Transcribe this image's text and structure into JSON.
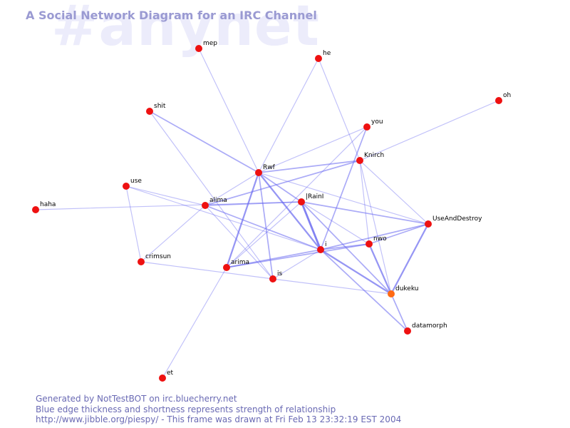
{
  "header": {
    "channel": "#anynet",
    "title": "A Social Network Diagram for an IRC Channel"
  },
  "footer": {
    "line1": "Generated by NotTestBOT on irc.bluecherry.net",
    "line2": "Blue edge thickness and shortness represents strength of relationship",
    "line3": "http://www.jibble.org/piespy/ - This frame was drawn at Fri Feb 13 23:32:19 EST 2004"
  },
  "colors": {
    "node": "#ee1111",
    "node_active": "#ff6a14",
    "edge": "#6a6af0",
    "title": "#9a9ad2",
    "watermark": "#ececfb"
  },
  "nodes": [
    {
      "id": "mep",
      "label": "mep"
    },
    {
      "id": "he",
      "label": "he"
    },
    {
      "id": "oh",
      "label": "oh"
    },
    {
      "id": "shit",
      "label": "shit"
    },
    {
      "id": "you",
      "label": "you"
    },
    {
      "id": "knirch",
      "label": "Knirch"
    },
    {
      "id": "rwf",
      "label": "Rwf"
    },
    {
      "id": "use",
      "label": "use"
    },
    {
      "id": "haha",
      "label": "haha"
    },
    {
      "id": "alima",
      "label": "alima"
    },
    {
      "id": "raini",
      "label": "|RainI"
    },
    {
      "id": "useanddestroy",
      "label": "UseAndDestroy"
    },
    {
      "id": "nwo",
      "label": "nwo"
    },
    {
      "id": "i",
      "label": "i"
    },
    {
      "id": "crimsun",
      "label": "crimsun"
    },
    {
      "id": "arima",
      "label": "arima"
    },
    {
      "id": "is",
      "label": "is"
    },
    {
      "id": "dukeku",
      "label": "dukeku",
      "active": true
    },
    {
      "id": "datamorph",
      "label": "datamorph"
    },
    {
      "id": "et",
      "label": "et"
    }
  ],
  "edges": [
    {
      "from": "rwf",
      "to": "mep",
      "w": 1
    },
    {
      "from": "rwf",
      "to": "he",
      "w": 1
    },
    {
      "from": "rwf",
      "to": "shit",
      "w": 2
    },
    {
      "from": "rwf",
      "to": "knirch",
      "w": 2
    },
    {
      "from": "rwf",
      "to": "you",
      "w": 1
    },
    {
      "from": "rwf",
      "to": "alima",
      "w": 1
    },
    {
      "from": "rwf",
      "to": "arima",
      "w": 3
    },
    {
      "from": "rwf",
      "to": "is",
      "w": 2
    },
    {
      "from": "rwf",
      "to": "i",
      "w": 3
    },
    {
      "from": "rwf",
      "to": "raini",
      "w": 2
    },
    {
      "from": "rwf",
      "to": "useanddestroy",
      "w": 1
    },
    {
      "from": "he",
      "to": "knirch",
      "w": 1
    },
    {
      "from": "oh",
      "to": "knirch",
      "w": 1
    },
    {
      "from": "you",
      "to": "i",
      "w": 2
    },
    {
      "from": "you",
      "to": "arima",
      "w": 1
    },
    {
      "from": "knirch",
      "to": "alima",
      "w": 2
    },
    {
      "from": "knirch",
      "to": "useanddestroy",
      "w": 1
    },
    {
      "from": "knirch",
      "to": "dukeku",
      "w": 1
    },
    {
      "from": "knirch",
      "to": "nwo",
      "w": 1
    },
    {
      "from": "shit",
      "to": "is",
      "w": 1
    },
    {
      "from": "use",
      "to": "alima",
      "w": 1
    },
    {
      "from": "use",
      "to": "crimsun",
      "w": 1
    },
    {
      "from": "use",
      "to": "i",
      "w": 1
    },
    {
      "from": "haha",
      "to": "raini",
      "w": 1
    },
    {
      "from": "alima",
      "to": "raini",
      "w": 2
    },
    {
      "from": "alima",
      "to": "i",
      "w": 2
    },
    {
      "from": "alima",
      "to": "crimsun",
      "w": 1
    },
    {
      "from": "alima",
      "to": "is",
      "w": 1
    },
    {
      "from": "raini",
      "to": "i",
      "w": 4
    },
    {
      "from": "raini",
      "to": "arima",
      "w": 1
    },
    {
      "from": "raini",
      "to": "useanddestroy",
      "w": 2
    },
    {
      "from": "raini",
      "to": "dukeku",
      "w": 2
    },
    {
      "from": "raini",
      "to": "nwo",
      "w": 1
    },
    {
      "from": "i",
      "to": "arima",
      "w": 2
    },
    {
      "from": "i",
      "to": "useanddestroy",
      "w": 2
    },
    {
      "from": "i",
      "to": "dukeku",
      "w": 3
    },
    {
      "from": "i",
      "to": "nwo",
      "w": 2
    },
    {
      "from": "i",
      "to": "is",
      "w": 1
    },
    {
      "from": "arima",
      "to": "nwo",
      "w": 2
    },
    {
      "from": "arima",
      "to": "et",
      "w": 1
    },
    {
      "from": "crimsun",
      "to": "is",
      "w": 1
    },
    {
      "from": "is",
      "to": "dukeku",
      "w": 1
    },
    {
      "from": "nwo",
      "to": "dukeku",
      "w": 3
    },
    {
      "from": "useanddestroy",
      "to": "dukeku",
      "w": 3
    },
    {
      "from": "useanddestroy",
      "to": "nwo",
      "w": 2
    },
    {
      "from": "dukeku",
      "to": "datamorph",
      "w": 2
    },
    {
      "from": "i",
      "to": "datamorph",
      "w": 2
    }
  ]
}
